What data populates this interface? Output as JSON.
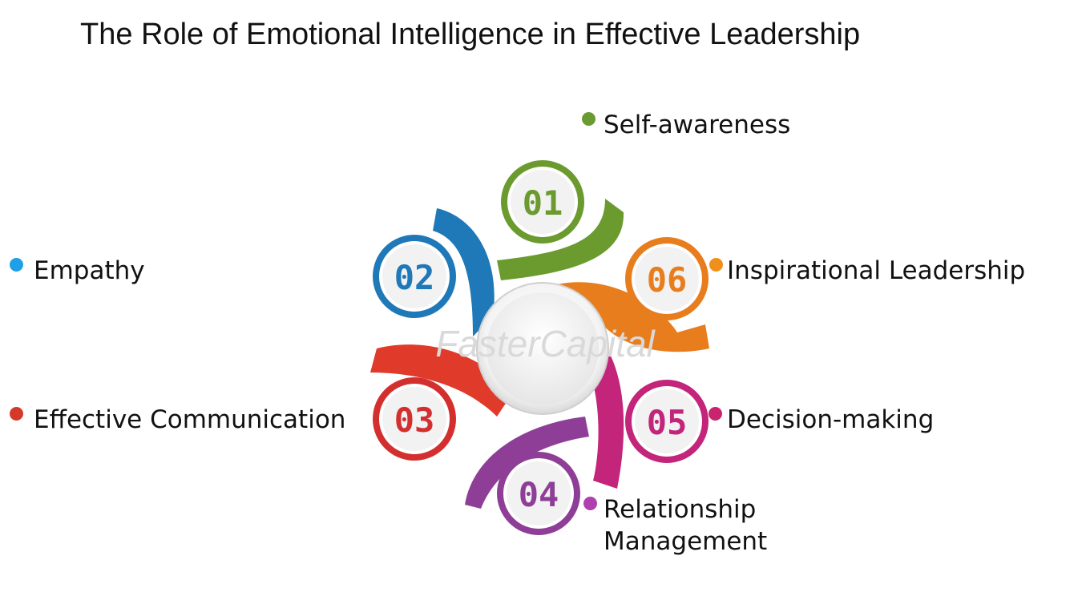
{
  "title": "The Role of Emotional Intelligence in Effective Leadership",
  "watermark": "FasterCapital",
  "items": [
    {
      "number": "01",
      "label": "Self-awareness",
      "color": "#6b9a2e"
    },
    {
      "number": "02",
      "label": "Empathy",
      "color": "#1f78b8"
    },
    {
      "number": "03",
      "label": "Effective Communication",
      "color": "#d32f2f"
    },
    {
      "number": "04",
      "label": "Relationship Management",
      "color": "#8e3e96"
    },
    {
      "number": "05",
      "label": "Decision-making",
      "color": "#c2257a"
    },
    {
      "number": "06",
      "label": "Inspirational Leadership",
      "color": "#e87d1e"
    }
  ],
  "dot_colors": {
    "self_awareness": "#6a9a32",
    "empathy": "#1ea0e6",
    "communication": "#d43a2a",
    "relationship": "#b040b0",
    "decision": "#c8256e",
    "inspirational": "#f0901a"
  }
}
